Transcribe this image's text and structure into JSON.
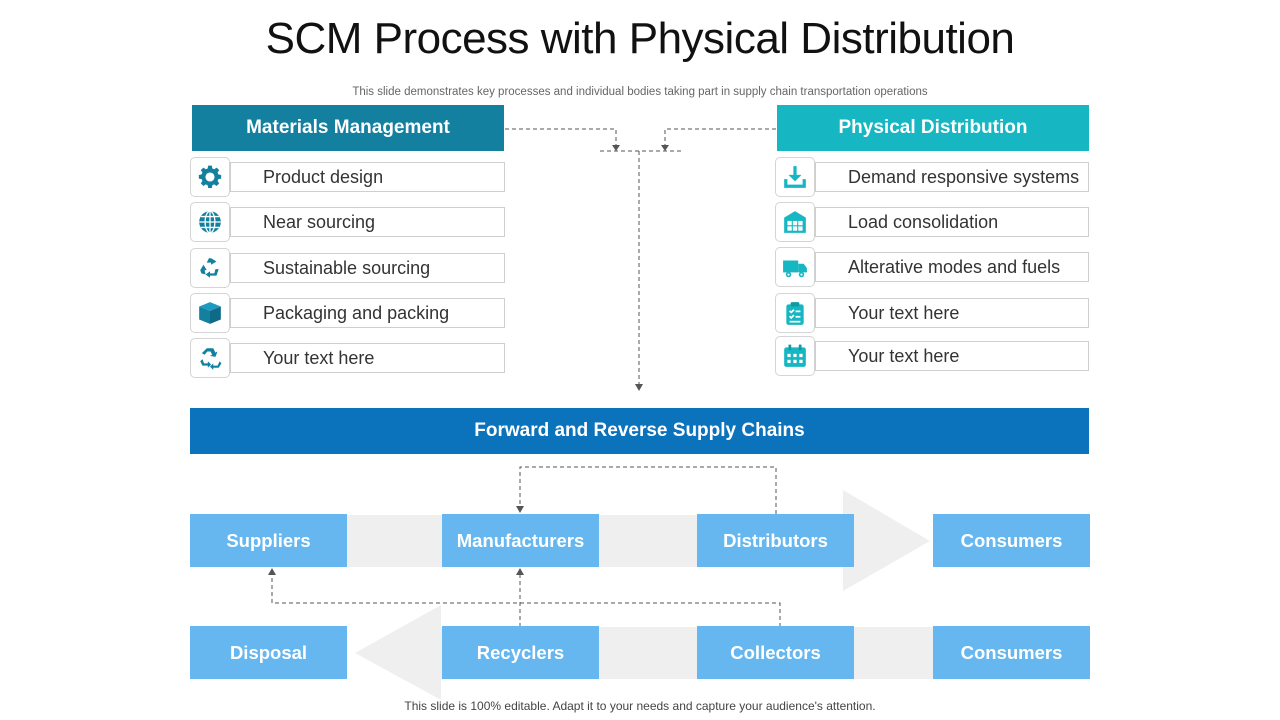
{
  "title": "SCM Process with Physical Distribution",
  "subtitle": "This slide demonstrates key processes and individual bodies taking part in supply chain transportation operations",
  "materials": {
    "header": "Materials Management",
    "items": [
      {
        "label": "Product design",
        "icon": "gear-icon"
      },
      {
        "label": "Near sourcing",
        "icon": "globe-icon"
      },
      {
        "label": "Sustainable sourcing",
        "icon": "recycle-arrows-icon"
      },
      {
        "label": "Packaging and packing",
        "icon": "box-icon"
      },
      {
        "label": "Your text here",
        "icon": "recycle-icon"
      }
    ]
  },
  "physical": {
    "header": "Physical Distribution",
    "items": [
      {
        "label": "Demand responsive systems",
        "icon": "download-icon"
      },
      {
        "label": "Load consolidation",
        "icon": "warehouse-icon"
      },
      {
        "label": "Alterative  modes and fuels",
        "icon": "truck-icon"
      },
      {
        "label": "Your text here",
        "icon": "clipboard-icon"
      },
      {
        "label": "Your text here",
        "icon": "calendar-icon"
      }
    ]
  },
  "banner": "Forward and Reverse Supply Chains",
  "forward": [
    "Suppliers",
    "Manufacturers",
    "Distributors",
    "Consumers"
  ],
  "reverse": [
    "Disposal",
    "Recyclers",
    "Collectors",
    "Consumers"
  ],
  "footer": "This slide is 100% editable. Adapt it to your needs and capture your audience's attention.",
  "colors": {
    "materials_header": "#1380a0",
    "physical_header": "#16b7c2",
    "banner": "#0b72bc",
    "node": "#66b7ef",
    "icon_teal": "#1380a0",
    "icon_cyan": "#16b7c2",
    "arrow_band": "#efefef"
  }
}
